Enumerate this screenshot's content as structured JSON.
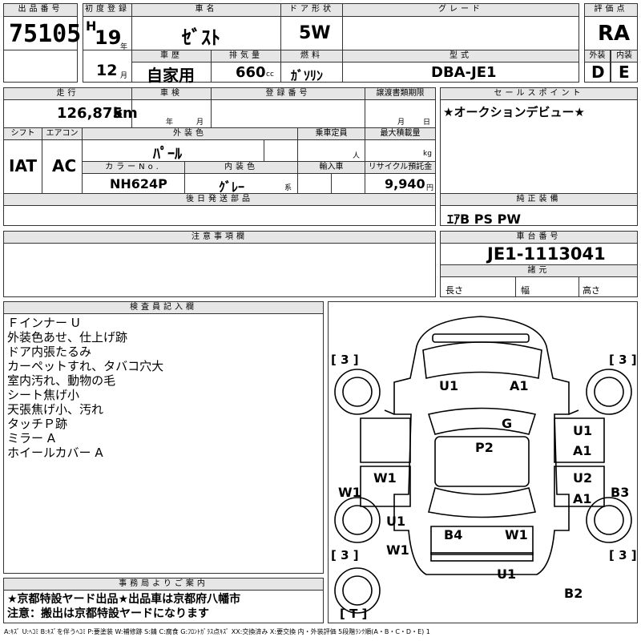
{
  "headers": {
    "lot_no": "出品番号",
    "first_reg": "初度登録",
    "car_name": "車名",
    "door": "ドア形状",
    "grade": "グレード",
    "score": "評価点",
    "history": "車歴",
    "displacement": "排気量",
    "fuel": "燃料",
    "model": "型式",
    "exterior": "外装",
    "interior": "内装",
    "mileage": "走行",
    "inspection": "車検",
    "reg_no": "登録番号",
    "transfer": "譲渡書類期限",
    "sales_point": "セールスポイント",
    "shift": "シフト",
    "aircon": "エアコン",
    "ext_color": "外装色",
    "capacity": "乗車定員",
    "max_load": "最大積載量",
    "color_no": "カラーNo.",
    "int_color": "内装色",
    "import": "輸入車",
    "recycle": "リサイクル預託金",
    "later_parts": "後日発送部品",
    "genuine_equip": "純正装備",
    "cautions": "注意事項欄",
    "chassis_no": "車台番号",
    "dims": "諸元",
    "inspector": "検査員記入欄",
    "office": "事務局よりご案内"
  },
  "vehicle": {
    "lot_no": "75105",
    "era": "H",
    "year": "19",
    "year_unit": "年",
    "month": "12",
    "month_unit": "月",
    "car_name": "ｾﾞｽﾄ",
    "door": "5W",
    "score": "RA",
    "history": "自家用",
    "displacement": "660",
    "displacement_unit": "cc",
    "fuel": "ｶﾞｿﾘﾝ",
    "model": "DBA-JE1",
    "exterior_score": "D",
    "interior_score": "E",
    "mileage": "126,875",
    "mileage_unit": "km",
    "insp_year": "年",
    "insp_month": "月",
    "transfer_month": "月",
    "transfer_day": "日",
    "sales_point": "★オークションデビュー★",
    "shift": "IAT",
    "aircon": "AC",
    "ext_color": "ﾊﾟｰﾙ",
    "capacity_unit": "人",
    "load_unit": "kg",
    "color_no": "NH624P",
    "int_color": "ｸﾞﾚｰ",
    "int_color_unit": "系",
    "recycle": "9,940",
    "recycle_unit": "円",
    "genuine_equip": "ｴｱB PS PW",
    "chassis_no": "JE1-1113041",
    "dim_length": "長さ",
    "dim_width": "幅",
    "dim_height": "高さ"
  },
  "inspector_notes": [
    "Ｆインナー U",
    "外装色あせ、仕上げ跡",
    "ドア内張たるみ",
    "カーペットすれ、タバコ穴大",
    "室内汚れ、動物の毛",
    "シート焦げ小",
    "天張焦げ小、汚れ",
    "タッチＰ跡",
    "ミラー A",
    "ホイールカバー A"
  ],
  "office_notes": [
    "★京都特設ヤード出品★出品車は京都府八幡市",
    "注意：搬出は京都特設ヤードになります"
  ],
  "diagram": {
    "tire_marks": [
      "[ 3 ]",
      "[ 3 ]",
      "[ 3 ]",
      "[ 3 ]",
      "[ T ]"
    ],
    "labels": [
      "U1",
      "A1",
      "G",
      "P2",
      "U1",
      "A1",
      "W1",
      "U2",
      "A1",
      "B3",
      "W1",
      "U1",
      "B4",
      "W1",
      "W1",
      "U1",
      "B2"
    ]
  },
  "legend": "A:ｷｽﾞ U:ﾍｺﾐ B:ｷｽﾞを伴うﾍｺﾐ P:要塗装 W:補修跡 S:錆 C:腐食 G:ﾌﾛﾝﾄｶﾞﾗｽ点ｷｽﾞ XX:交換済み X:要交換 内・外装評価 5段階ﾗﾝｸ順(A・B・C・D・E) 1"
}
